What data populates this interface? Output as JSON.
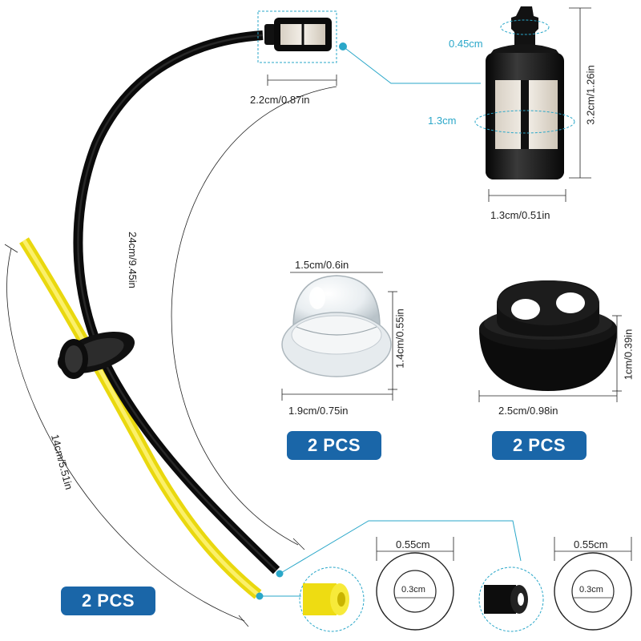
{
  "labels": {
    "filter_length": "2.2cm/0.87in",
    "filter_tip": "0.45cm",
    "filter_diameter": "1.3cm",
    "filter_height": "3.2cm/1.26in",
    "filter_width": "1.3cm/0.51in",
    "black_line_length": "24cm/9.45in",
    "yellow_line_length": "14cm/5.51in",
    "bulb_top": "1.5cm/0.6in",
    "bulb_height": "1.4cm/0.55in",
    "bulb_base": "1.9cm/0.75in",
    "grommet_height": "1cm/0.39in",
    "grommet_width": "2.5cm/0.98in",
    "outer_left": "0.55cm",
    "inner_left": "0.3cm",
    "outer_right": "0.55cm",
    "inner_right": "0.3cm"
  },
  "badges": {
    "bulb_qty": "2 PCS",
    "grommet_qty": "2 PCS",
    "line_qty": "2 PCS"
  },
  "colors": {
    "accent": "#2aa7c9",
    "badge": "#1a66a8",
    "fuel_line_black": "#111111",
    "fuel_line_yellow": "#f2e21a"
  }
}
